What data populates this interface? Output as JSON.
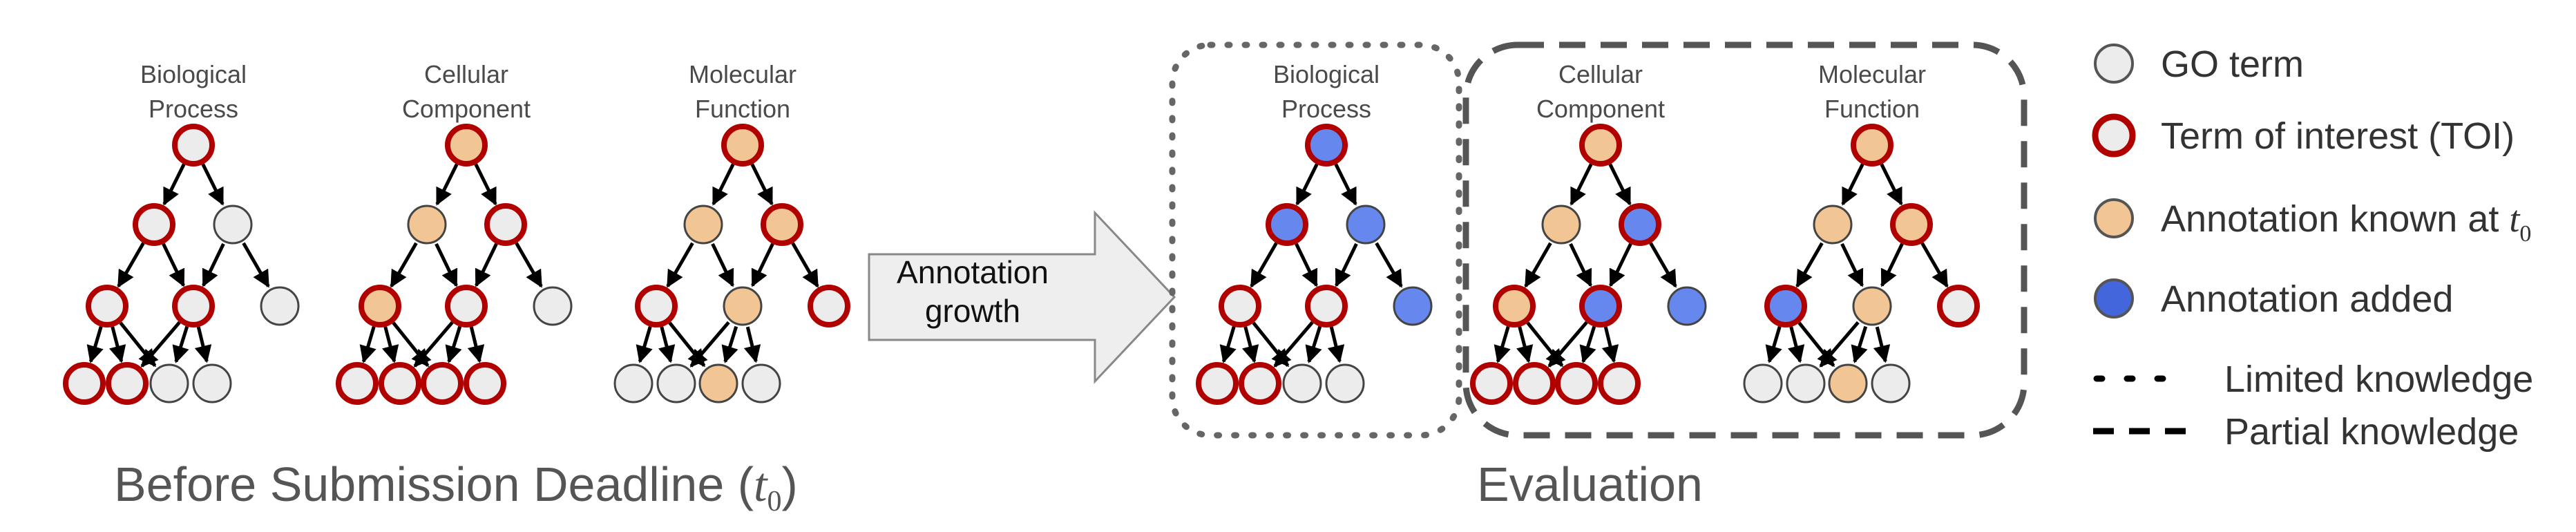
{
  "colors": {
    "go_term": "#ececec",
    "toi_border": "#b00000",
    "known": "#f2c594",
    "added": "#6688ee",
    "edge": "#000000",
    "label": "#555555"
  },
  "trees": [
    {
      "title": [
        "Biological",
        "Process"
      ],
      "nodes": [
        "toi",
        "toi",
        "plain",
        "toi",
        "toi",
        "plain",
        "toi",
        "toi",
        "plain",
        "plain"
      ]
    },
    {
      "title": [
        "Cellular",
        "Component"
      ],
      "nodes": [
        "known_toi",
        "known",
        "toi",
        "known_toi",
        "toi",
        "plain",
        "toi",
        "toi",
        "toi",
        "toi"
      ]
    },
    {
      "title": [
        "Molecular",
        "Function"
      ],
      "nodes": [
        "known_toi",
        "known",
        "known_toi",
        "toi",
        "known",
        "toi",
        "plain",
        "plain",
        "known",
        "plain"
      ]
    },
    {
      "title": [
        "Biological",
        "Process"
      ],
      "nodes": [
        "added_toi",
        "added_toi",
        "added",
        "toi",
        "toi",
        "added",
        "toi",
        "toi",
        "plain",
        "plain"
      ]
    },
    {
      "title": [
        "Cellular",
        "Component"
      ],
      "nodes": [
        "known_toi",
        "known",
        "added_toi",
        "known_toi",
        "added_toi",
        "added",
        "toi",
        "toi",
        "toi",
        "toi"
      ]
    },
    {
      "title": [
        "Molecular",
        "Function"
      ],
      "nodes": [
        "known_toi",
        "known",
        "known_toi",
        "added_toi",
        "known",
        "toi",
        "plain",
        "plain",
        "known",
        "plain"
      ]
    }
  ],
  "arrow_label": [
    "Annotation",
    "growth"
  ],
  "bottom_labels": {
    "before": "Before Submission Deadline (",
    "before_t": "t",
    "before_sub": "0",
    "before_close": ")",
    "evaluation": "Evaluation"
  },
  "legend": {
    "go_term": "GO term",
    "toi": "Term of interest (TOI)",
    "known": "Annotation known at ",
    "known_t": "t",
    "known_sub": "0",
    "added": "Annotation added",
    "limited": "Limited knowledge",
    "partial": "Partial knowledge"
  }
}
